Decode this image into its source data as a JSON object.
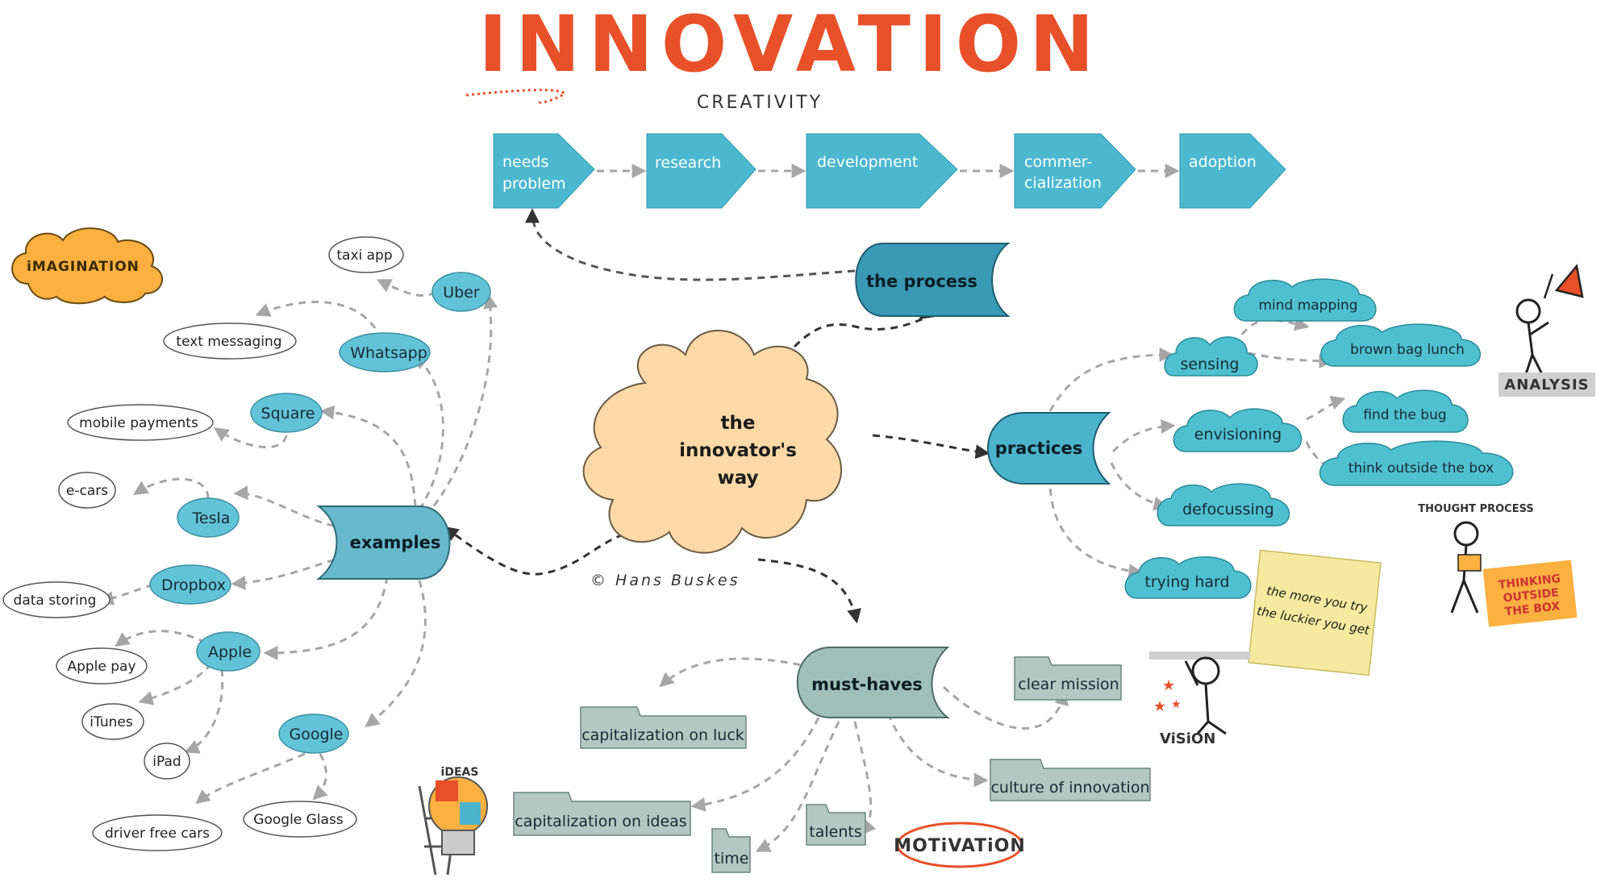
{
  "title": "INNOVATION",
  "subtitle": "CREATIVITY",
  "center": [
    "the",
    "innovator's",
    "way"
  ],
  "copyright": "© Hans Buskes",
  "process": {
    "label": "the process",
    "steps": [
      [
        "needs",
        "problem"
      ],
      [
        "research"
      ],
      [
        "development"
      ],
      [
        "commer-",
        "cialization"
      ],
      [
        "adoption"
      ]
    ]
  },
  "examples": {
    "label": "examples",
    "items": [
      "Uber",
      "Whatsapp",
      "Square",
      "Tesla",
      "Dropbox",
      "Apple",
      "Google"
    ],
    "leaves": {
      "uber": "taxi app",
      "whatsapp": "text messaging",
      "square": "mobile payments",
      "tesla": "e-cars",
      "dropbox": "data storing",
      "apple": [
        "Apple pay",
        "iTunes",
        "iPad"
      ],
      "google": [
        "driver free cars",
        "Google Glass"
      ]
    }
  },
  "practices": {
    "label": "practices",
    "items": [
      "sensing",
      "envisioning",
      "defocussing",
      "trying hard"
    ],
    "sub": [
      "mind mapping",
      "brown bag lunch",
      "find the bug",
      "think outside the box"
    ]
  },
  "musthaves": {
    "label": "must-haves",
    "items": [
      "clear mission",
      "capitalization on luck",
      "culture of innovation",
      "capitalization on ideas",
      "talents",
      "time"
    ]
  },
  "sticky_note": [
    "the more you try",
    "the luckier you get"
  ],
  "stickers": {
    "imagination": "iMAGINATION",
    "analysis": "ANALYSIS",
    "thought_process": "THOUGHT PROCESS",
    "thinking_box": [
      "THINKING",
      "OUTSIDE",
      "THE BOX"
    ],
    "vision": "ViSiON",
    "ideas": "iDEAS",
    "motivation": "MOTiVATiON"
  },
  "colors": {
    "title": "#e8502a",
    "process_step": "#4bb8cf",
    "hub_blue": "#4bb3cc",
    "example_bubble": "#62c3d8",
    "practice_cloud": "#4fc0d0",
    "musthave_folder": "#9fb8b0",
    "center_cloud": "#fcd9a6",
    "imagination": "#fbb040"
  }
}
